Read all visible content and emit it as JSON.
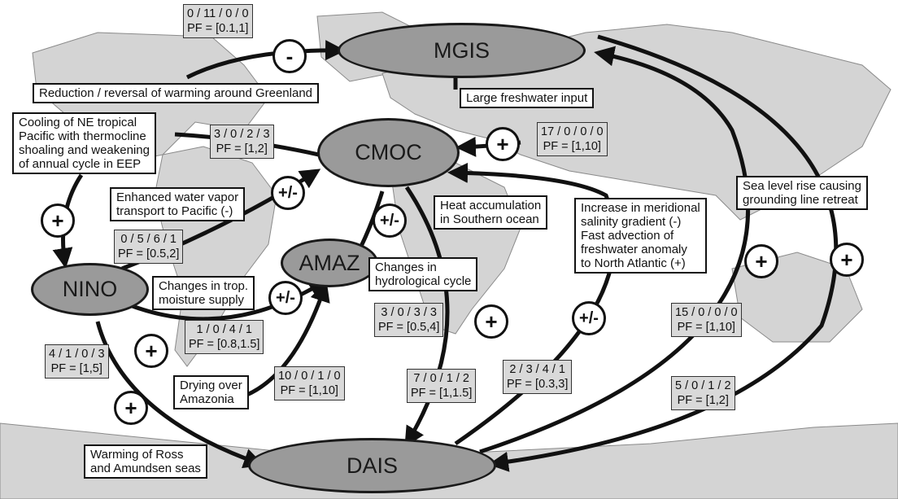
{
  "colors": {
    "land": "#d4d4d4",
    "ocean": "#ffffff",
    "node_fill": "#9a9a9a",
    "stat_fill": "#d9d9d9",
    "arrow": "#111111"
  },
  "nodes": {
    "mgis": "MGIS",
    "cmoc": "CMOC",
    "amaz": "AMAZ",
    "nino": "NINO",
    "dais": "DAIS"
  },
  "descriptions": {
    "greenland": "Reduction / reversal of warming around Greenland",
    "ne_pacific": "Cooling of NE tropical\nPacific with thermocline\nshoaling and weakening\nof annual cycle in EEP",
    "freshwater": "Large freshwater input",
    "water_vapor": "Enhanced water vapor\ntransport to Pacific (-)",
    "heat_southern": "Heat accumulation\nin Southern ocean",
    "salinity": "Increase in meridional\nsalinity gradient (-)\nFast advection of\nfreshwater anomaly\nto North Atlantic (+)",
    "sea_level": "Sea level rise causing\ngrounding line retreat",
    "hydrological": "Changes in\nhydrological cycle",
    "moisture": "Changes in trop.\nmoisture supply",
    "drying": "Drying over\nAmazonia",
    "ross": "Warming of Ross\nand Amundsen seas"
  },
  "stats": {
    "cmoc_mgis": {
      "counts": "0 / 11 / 0 / 0",
      "pf": "PF = [0.1,1]"
    },
    "mgis_cmoc": {
      "counts": "17 / 0 / 0 / 0",
      "pf": "PF = [1,10]"
    },
    "nino_cmoc_a": {
      "counts": "3 / 0 / 2 / 3",
      "pf": "PF = [1,2]"
    },
    "nino_cmoc_b": {
      "counts": "0 / 5 / 6 / 1",
      "pf": "PF = [0.5,2]"
    },
    "cmoc_amaz": {
      "counts": "3 / 0 / 3 / 3",
      "pf": "PF = [0.5,4]"
    },
    "nino_amaz": {
      "counts": "1 / 0 / 4 / 1",
      "pf": "PF = [0.8,1.5]"
    },
    "nino_dais": {
      "counts": "4 / 1 / 0 / 3",
      "pf": "PF = [1,5]"
    },
    "dais_amaz": {
      "counts": "10 / 0 / 1 / 0",
      "pf": "PF = [1,10]"
    },
    "cmoc_dais": {
      "counts": "7 / 0 / 1 / 2",
      "pf": "PF = [1,1.5]"
    },
    "dais_cmoc": {
      "counts": "2 / 3 / 4 / 1",
      "pf": "PF = [0.3,3]"
    },
    "dais_mgis": {
      "counts": "15 / 0 / 0 / 0",
      "pf": "PF = [1,10]"
    },
    "mgis_dais": {
      "counts": "5 / 0 / 1 / 2",
      "pf": "PF = [1,2]"
    }
  },
  "signs": {
    "minus": "-",
    "plus": "+",
    "plusminus": "+/-"
  }
}
